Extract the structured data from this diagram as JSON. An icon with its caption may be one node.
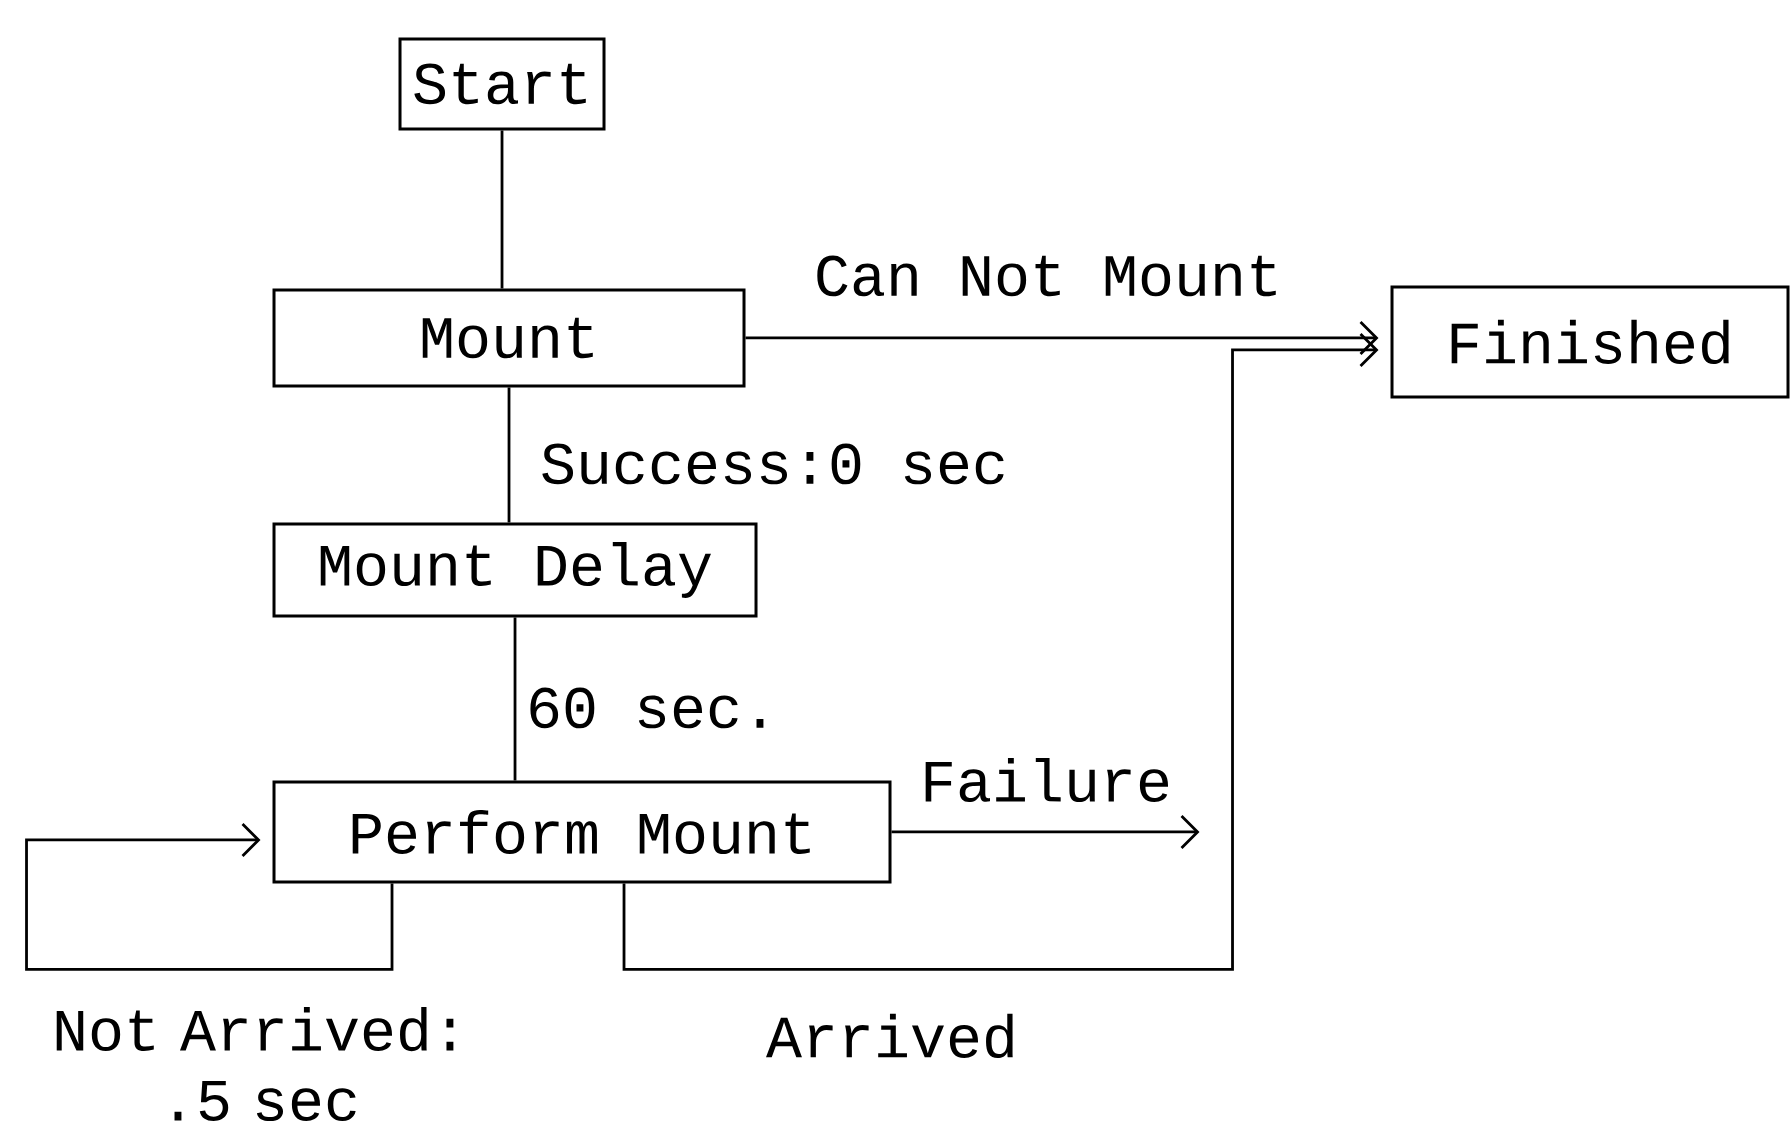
{
  "diagram": {
    "nodes": [
      {
        "text": [
          "Start"
        ]
      },
      {
        "text": [
          "Mount"
        ]
      },
      {
        "text": [
          "Mount Delay"
        ]
      },
      {
        "text": [
          "Perform Mount"
        ]
      },
      {
        "text": [
          "Finished"
        ]
      }
    ],
    "edges": [
      {
        "from": 0,
        "to": 1,
        "arrow": "none"
      },
      {
        "from": 1,
        "to": 4,
        "arrow": "to",
        "label": "Can Not Mount"
      },
      {
        "from": 1,
        "to": 2,
        "arrow": "none",
        "label": "Success:0 sec"
      },
      {
        "from": 2,
        "to": 3,
        "arrow": "none",
        "label": "60 sec."
      },
      {
        "from": 3,
        "to": null,
        "arrow": "to",
        "label": "Failure"
      },
      {
        "from": 3,
        "to": 4,
        "arrow": "to",
        "label": "Arrived"
      },
      {
        "from": 3,
        "to": 3,
        "arrow": "to",
        "label": "Not Arrived: .5 sec"
      }
    ]
  }
}
